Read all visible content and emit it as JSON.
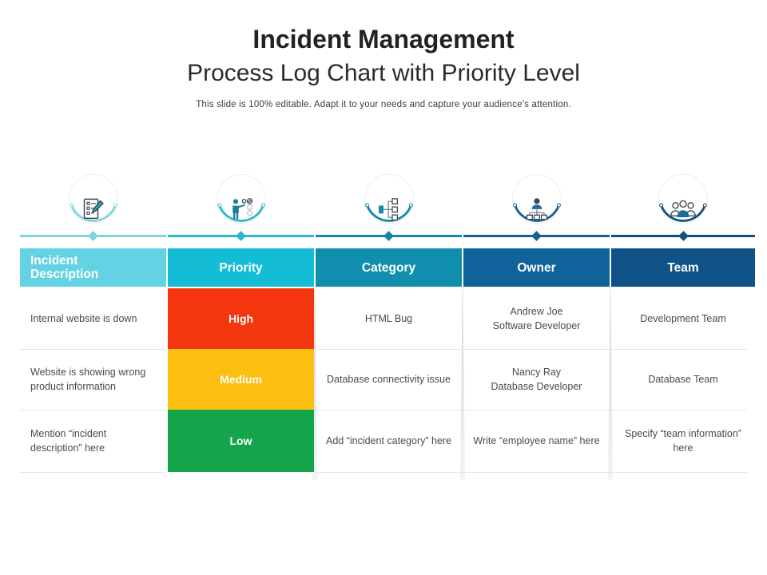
{
  "title": {
    "line1": "Incident Management",
    "line2": "Process Log Chart with Priority Level",
    "subtitle": "This slide is 100% editable. Adapt it to your needs and capture your audience's attention."
  },
  "icons": [
    {
      "name": "clipboard-checklist-pencil-icon",
      "accent": "#7ed4e0"
    },
    {
      "name": "presenter-person-checklist-icon",
      "accent": "#2bb8cc"
    },
    {
      "name": "category-hierarchy-icon",
      "accent": "#1387a8"
    },
    {
      "name": "owner-person-orgchart-icon",
      "accent": "#15618f"
    },
    {
      "name": "team-group-people-icon",
      "accent": "#124f7c"
    }
  ],
  "columns": [
    {
      "header": "Incident Description",
      "color": "#63d3e3",
      "align": "left"
    },
    {
      "header": "Priority",
      "color": "#14bcd6",
      "align": "center"
    },
    {
      "header": "Category",
      "color": "#0f8fad",
      "align": "center"
    },
    {
      "header": "Owner",
      "color": "#10639a",
      "align": "center"
    },
    {
      "header": "Team",
      "color": "#0f5288",
      "align": "center"
    }
  ],
  "priority_colors": {
    "high": "#F4360F",
    "medium": "#FBBE11",
    "low": "#12A54A"
  },
  "rows": [
    {
      "description": "Internal website is down",
      "priority": "High",
      "priority_level": "high",
      "category": "HTML Bug",
      "owner": "Andrew Joe\nSoftware Developer",
      "team": "Development Team"
    },
    {
      "description": "Website is showing wrong product information",
      "priority": "Medium",
      "priority_level": "medium",
      "category": "Database connectivity issue",
      "owner": "Nancy Ray\nDatabase Developer",
      "team": "Database Team"
    },
    {
      "description": "Mention “incident description” here",
      "priority": "Low",
      "priority_level": "low",
      "category": "Add “incident category” here",
      "owner": "Write “employee name” here",
      "team": "Specify “team information” here"
    }
  ]
}
